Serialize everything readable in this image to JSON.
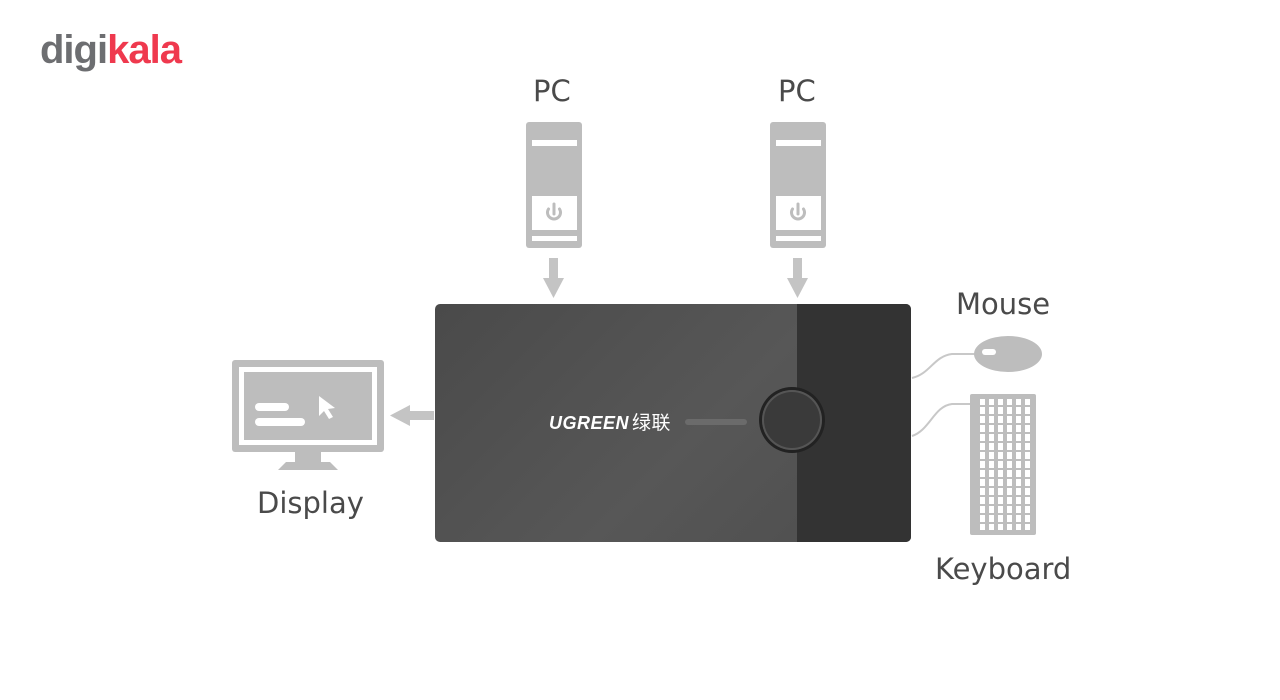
{
  "brand_logo": {
    "part1": "digi",
    "part2": "kala",
    "colors": {
      "part1": "#6d6e71",
      "part2": "#ef394e"
    }
  },
  "diagram": {
    "inputs": [
      {
        "label": "PC",
        "icon": "pc-tower-icon"
      },
      {
        "label": "PC",
        "icon": "pc-tower-icon"
      }
    ],
    "output": {
      "label": "Display",
      "icon": "monitor-icon"
    },
    "peripherals": [
      {
        "label": "Mouse",
        "icon": "mouse-icon"
      },
      {
        "label": "Keyboard",
        "icon": "keyboard-icon"
      }
    ],
    "device": {
      "brand": "UGREEN",
      "brand_cn": "绿联",
      "body_color": "#515151",
      "panel_color": "#333333"
    },
    "icon_color": "#bdbdbd"
  }
}
